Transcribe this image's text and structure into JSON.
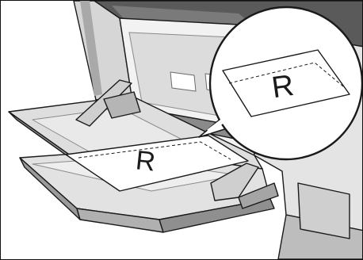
{
  "illustration": {
    "envelope_mark_main": "R",
    "envelope_mark_callout": "R",
    "colors": {
      "outline": "#1a1a1a",
      "printer_body": "#e9e9e9",
      "printer_shadow": "#a9a9a9",
      "printer_dark": "#5a5a5a",
      "tray": "#d9d9d9",
      "tray_dark": "#9a9a9a",
      "paper": "#ffffff",
      "callout_bg": "#ffffff"
    },
    "icons": [
      "printer",
      "bypass-tray",
      "envelope",
      "magnifier-callout"
    ]
  }
}
